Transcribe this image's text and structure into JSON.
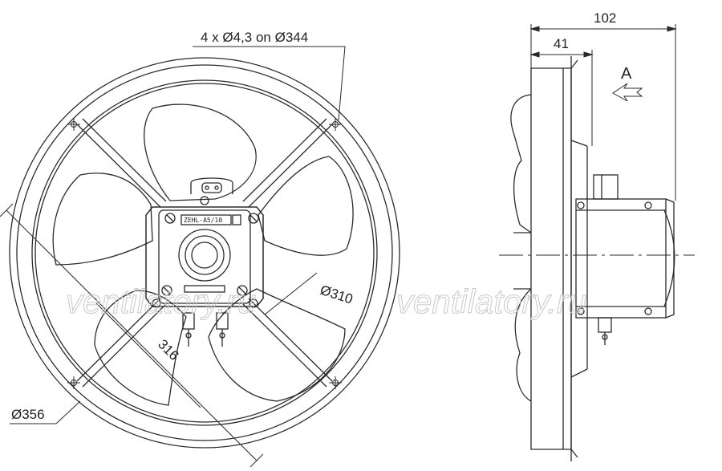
{
  "labels": {
    "holes": "4 x  Ø4,3 on Ø344",
    "dia356": "Ø356",
    "dia310": "Ø310",
    "dim316": "316",
    "dim102": "102",
    "dim41": "41",
    "view_a": "A"
  },
  "nameplate": "ZEHL-A5/10",
  "watermarks": [
    "ventilatory.ru",
    "ventilatory.ru"
  ],
  "colors": {
    "line": "#2a2a2a",
    "watermark": "#c8c8c8"
  }
}
